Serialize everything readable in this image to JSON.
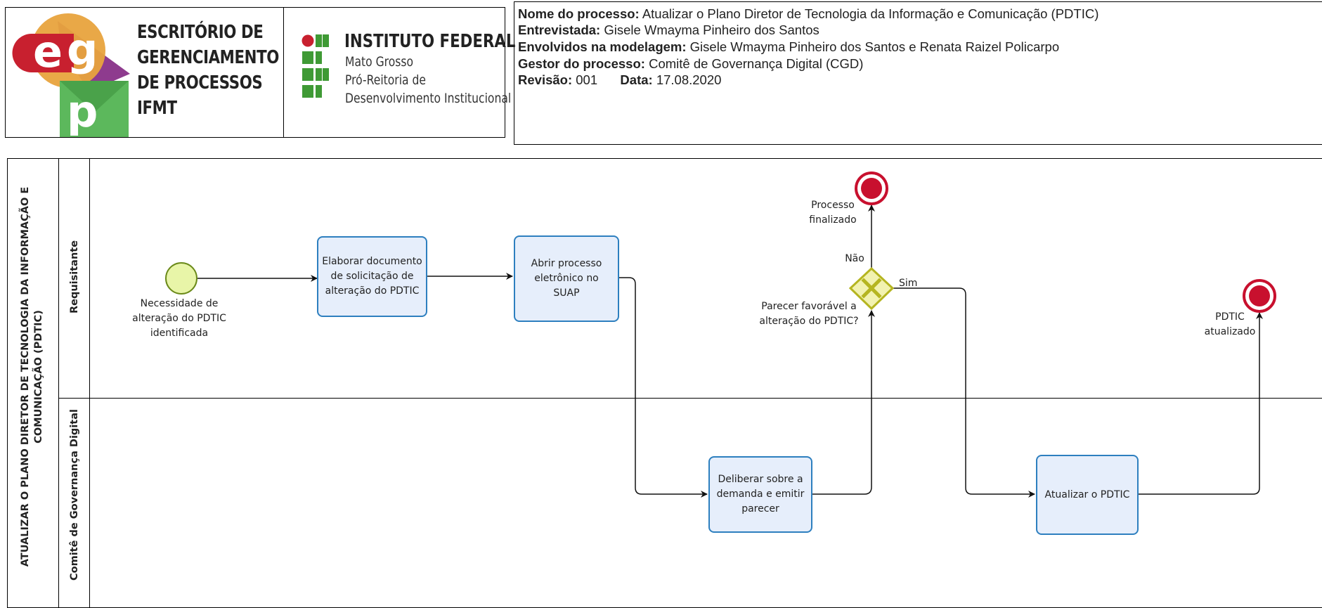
{
  "header": {
    "egp": {
      "logo_letters": "egp",
      "line1": "ESCRITÓRIO DE",
      "line2": "GERENCIAMENTO",
      "line3": "DE PROCESSOS",
      "line4": "IFMT"
    },
    "instituto": {
      "title": "INSTITUTO FEDERAL",
      "line1": "Mato Grosso",
      "line2": "Pró-Reitoria de",
      "line3": "Desenvolvimento Institucional"
    },
    "info": {
      "processo_label": "Nome do processo:",
      "processo_value": "Atualizar o Plano Diretor de Tecnologia da Informação e Comunicação (PDTIC)",
      "entrevistada_label": "Entrevistada:",
      "entrevistada_value": "Gisele Wmayma Pinheiro dos Santos",
      "envolvidos_label": "Envolvidos na modelagem:",
      "envolvidos_value": "Gisele Wmayma Pinheiro dos Santos e Renata Raizel Policarpo",
      "gestor_label": "Gestor do processo:",
      "gestor_value": "Comitê de Governança Digital (CGD)",
      "revisao_label": "Revisão:",
      "revisao_value": "001",
      "data_label": "Data:",
      "data_value": "17.08.2020"
    }
  },
  "diagram": {
    "pool_title": "ATUALIZAR O PLANO DIRETOR DE TECNOLOGIA DA INFORMAÇÃO E COMUNICAÇÃO (PDTIC)",
    "lanes": {
      "requisitante": "Requisitante",
      "comite": "Comitê de Governança Digital"
    },
    "start_event": "Necessidade de alteração do PDTIC identificada",
    "tasks": {
      "elaborar": "Elaborar documento de solicitação de alteração do PDTIC",
      "abrir": "Abrir processo eletrônico no SUAP",
      "deliberar": "Deliberar sobre a demanda e emitir parecer",
      "atualizar": "Atualizar o PDTIC"
    },
    "gateway": {
      "question": "Parecer favorável a alteração do PDTIC?",
      "no": "Não",
      "yes": "Sim"
    },
    "end_events": {
      "finalizado": "Processo finalizado",
      "atualizado": "PDTIC atualizado"
    },
    "colors": {
      "task_border": "#2d7fbf",
      "task_fill": "#e6eefb",
      "start_fill": "#e8f5a8",
      "start_stroke": "#6b8a1a",
      "end_fill": "#c8102e",
      "gateway_fill": "#f2f2b0",
      "gateway_stroke": "#b5b520",
      "egp_red": "#c8202f",
      "egp_orange": "#e8a33d",
      "egp_purple": "#8e3b8e",
      "egp_green": "#5cb85c",
      "if_green": "#3f9a35",
      "if_red": "#c8202f"
    }
  }
}
